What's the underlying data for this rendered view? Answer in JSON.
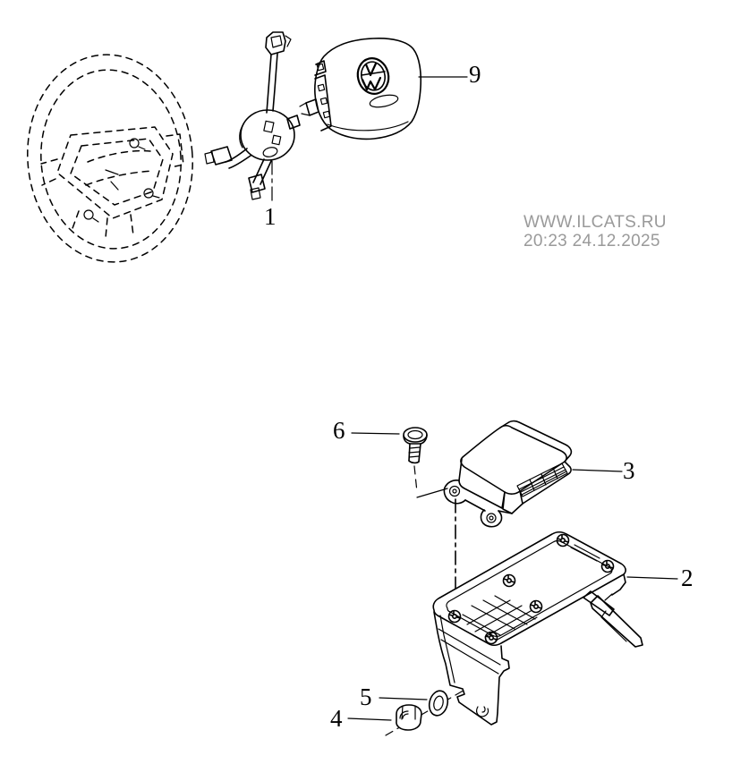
{
  "diagram": {
    "background": "#ffffff",
    "stroke_color": "#000000",
    "watermark": {
      "line1": "WWW.ILCATS.RU",
      "line2": "20:23 24.12.2025",
      "color": "#9a9a9a"
    },
    "callouts": [
      {
        "label": "1"
      },
      {
        "label": "9"
      },
      {
        "label": "6"
      },
      {
        "label": "3"
      },
      {
        "label": "2"
      },
      {
        "label": "5"
      },
      {
        "label": "4"
      }
    ]
  }
}
